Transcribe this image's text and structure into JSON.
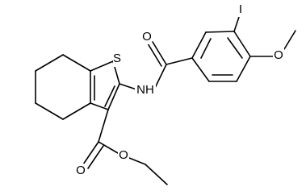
{
  "molecule": {
    "atoms": {
      "sulfur": "S",
      "nitrogen": "NH",
      "amide_oxygen": "O",
      "iodine": "I",
      "methoxy_oxygen": "O",
      "carbonyl_oxygen": "O",
      "ester_oxygen": "O"
    }
  }
}
